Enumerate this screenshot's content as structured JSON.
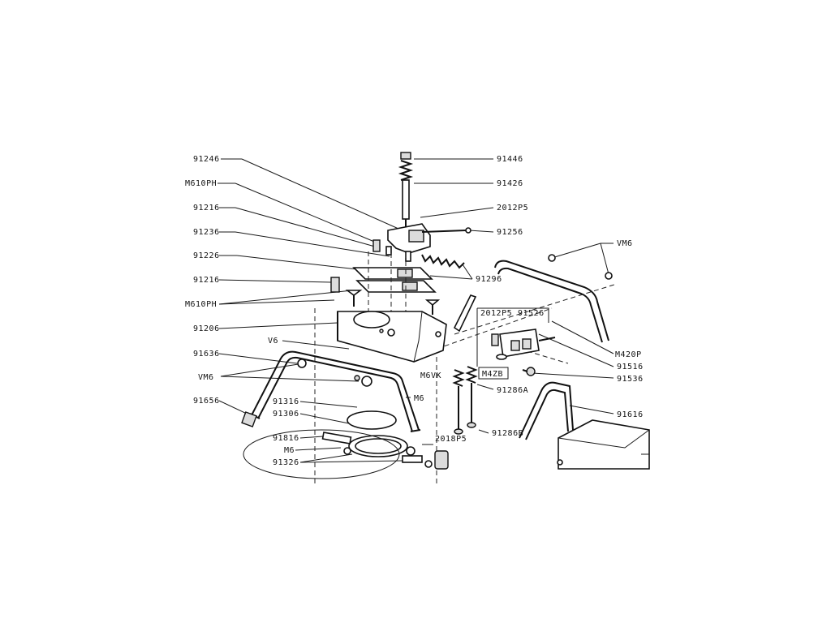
{
  "diagram": {
    "labels_left": {
      "l91246": "91246",
      "lM610PH_a": "M610PH",
      "l91216_a": "91216",
      "l91236": "91236",
      "l91226": "91226",
      "l91216_b": "91216",
      "lM610PH_b": "M610PH",
      "l91206": "91206",
      "lV6": "V6",
      "l91636": "91636",
      "lVM6_a": "VM6",
      "l91656": "91656",
      "l91316": "91316",
      "l91306": "91306",
      "l91816": "91816",
      "lM6_a": "M6",
      "l91326": "91326"
    },
    "labels_right": {
      "l91446": "91446",
      "l91426": "91426",
      "l2012P5_a": "2012P5",
      "l91256": "91256",
      "lVM6_b": "VM6",
      "l91296": "91296",
      "l2012P5_b": "2012P5",
      "l91526": "91526",
      "lM420P": "M420P",
      "l91516": "91516",
      "lM4ZB": "M4ZB",
      "l91536": "91536",
      "lM6VK": "M6VK",
      "lM6_b": "M6",
      "l91286A": "91286A",
      "l91616": "91616",
      "l2018P5": "2018P5",
      "l91286B": "91286B"
    }
  }
}
